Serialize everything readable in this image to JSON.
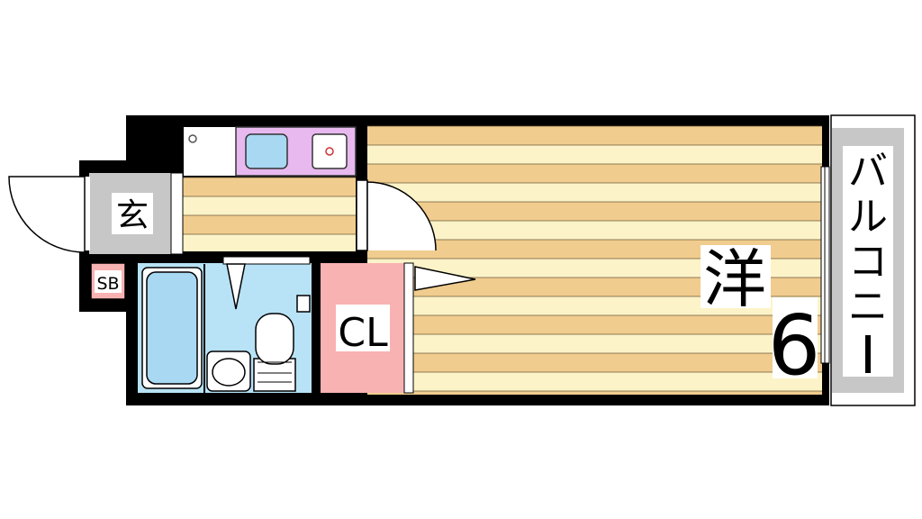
{
  "rooms": {
    "western": {
      "label": "洋",
      "size": "6"
    },
    "entrance": {
      "label": "玄"
    },
    "closet": {
      "label": "CL"
    },
    "shoe_box": {
      "label": "SB"
    },
    "balcony": {
      "label": "バルコニー",
      "chars": [
        "バ",
        "ル",
        "コ",
        "ニ",
        "ー"
      ]
    }
  },
  "colors": {
    "wall": "#000000",
    "floor_stripe_a": "#f0cc8e",
    "floor_stripe_b": "#fdf3c8",
    "kitchen": "#e7b9ef",
    "sink": "#a8d8f2",
    "bathroom": "#b8e2f6",
    "closet": "#f8b2b2",
    "entrance_floor": "#c7c7c7",
    "balcony": "#c7c7c7"
  }
}
